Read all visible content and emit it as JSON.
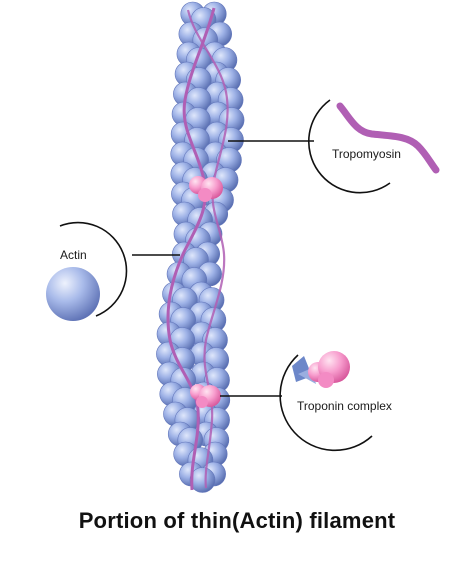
{
  "labels": {
    "tropomyosin": "Tropomyosin",
    "actin": "Actin",
    "troponin": "Troponin complex"
  },
  "caption": "Portion of thin(Actin) filament",
  "colors": {
    "actin_light": "#c9d6f4",
    "actin_mid": "#8fa6df",
    "actin_dark": "#4f62a6",
    "actin_shadow": "#2d2f45",
    "tropomyosin": "#b05fb4",
    "troponin_light": "#ffd4ea",
    "troponin_mid": "#f58cc6",
    "troponin_dark": "#d9559e",
    "troponin_blue": "#6c87c9",
    "leader_line": "#111111"
  }
}
